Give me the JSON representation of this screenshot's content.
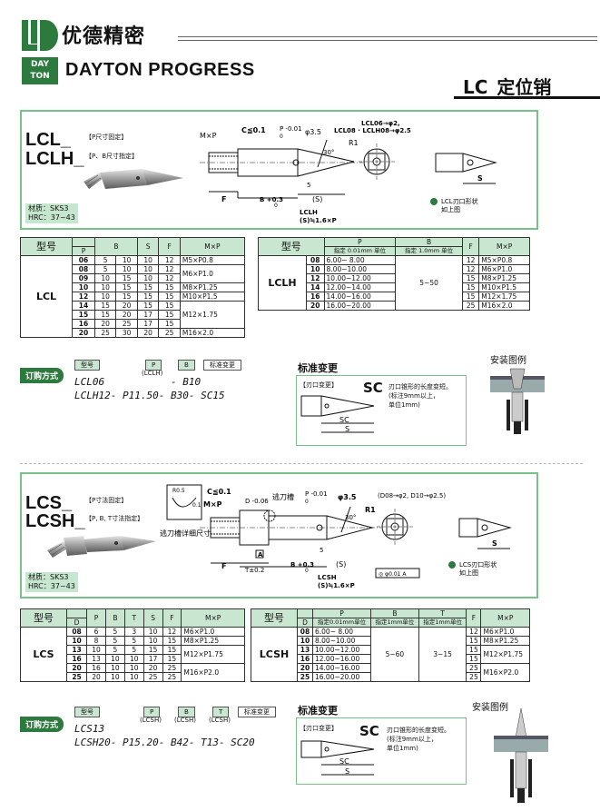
{
  "header": {
    "brand_cn": "优德精密",
    "brand_logo_text": "JD",
    "dayton_box_line1": "DAY",
    "dayton_box_line2": "TON",
    "brand_en": "DAYTON PROGRESS",
    "product_title": "LC_定位销"
  },
  "section1": {
    "code_line1": "LCL_",
    "code_line2": "LCLH_",
    "note1": "【P尺寸固定】",
    "note2": "【P、B尺寸指定】",
    "material_line1": "材质：SKS3",
    "material_line2": "HRC：37~43",
    "dims": {
      "mxp": "M×P",
      "c": "C≦0.1",
      "p_tol": "P -0.01",
      "p_tol_lower": "0",
      "dia": "φ3.5",
      "variants_line1": "LCL06→φ2,",
      "variants_line2": "LCL08 · LCLH08→φ2.5",
      "r1": "R1",
      "angle": "30°",
      "dim5": "5",
      "f": "F",
      "b_tol": "B +0.3",
      "b_tol_lower": "0",
      "s": "(S)",
      "lclh_note1": "LCLH",
      "lclh_note2": "(S)≒1.6×P",
      "s_right": "S",
      "edge_note1": "LCL刃口形状",
      "edge_note2": "如上图"
    },
    "table_lcl": {
      "h_model": "型号",
      "h_p": "P",
      "h_b": "B",
      "h_s": "S",
      "h_f": "F",
      "h_mxp": "M×P",
      "model": "LCL",
      "rows": [
        {
          "p": "06",
          "b1": "5",
          "b2": "10",
          "s": "10",
          "f": "12",
          "mxp": "M5×P0.8"
        },
        {
          "p": "08",
          "b1": "5",
          "b2": "10",
          "s": "10",
          "f": "12",
          "mxp": "M6×P1.0"
        },
        {
          "p": "09",
          "b1": "10",
          "b2": "15",
          "s": "10",
          "f": "12",
          "mxp": ""
        },
        {
          "p": "10",
          "b1": "10",
          "b2": "15",
          "s": "15",
          "f": "15",
          "mxp": "M8×P1.25"
        },
        {
          "p": "12",
          "b1": "10",
          "b2": "15",
          "s": "15",
          "f": "15",
          "mxp": "M10×P1.5"
        },
        {
          "p": "14",
          "b1": "15",
          "b2": "20",
          "s": "15",
          "f": "15",
          "mxp": "M12×1.75"
        },
        {
          "p": "15",
          "b1": "15",
          "b2": "20",
          "s": "17",
          "f": "15",
          "mxp": ""
        },
        {
          "p": "16",
          "b1": "20",
          "b2": "25",
          "s": "17",
          "f": "15",
          "mxp": ""
        },
        {
          "p": "20",
          "b1": "25",
          "b2": "30",
          "s": "20",
          "f": "25",
          "mxp": "M16×2.0"
        }
      ]
    },
    "table_lclh": {
      "h_model": "型号",
      "h_p": "P",
      "h_b": "B",
      "h_f": "F",
      "h_mxp": "M×P",
      "h_p_unit": "指定 0.01mm 单位",
      "h_b_unit": "指定 1.0mm 单位",
      "model": "LCLH",
      "b_range": "5~50",
      "rows": [
        {
          "p": "08",
          "range": "6.00~ 8.00",
          "f": "12",
          "mxp": "M5×P0.8"
        },
        {
          "p": "10",
          "range": "8.00~10.00",
          "f": "12",
          "mxp": "M6×P1.0"
        },
        {
          "p": "12",
          "range": "10.00~12.00",
          "f": "15",
          "mxp": "M8×P1.25"
        },
        {
          "p": "14",
          "range": "12.00~14.00",
          "f": "15",
          "mxp": "M10×P1.5"
        },
        {
          "p": "16",
          "range": "14.00~16.00",
          "f": "15",
          "mxp": "M12×1.75"
        },
        {
          "p": "20",
          "range": "16.00~20.00",
          "f": "25",
          "mxp": "M16×2.0"
        }
      ]
    },
    "order": {
      "tag": "订购方式",
      "box_model": "型号",
      "box_p": "P",
      "box_b": "B",
      "box_std": "标准变更",
      "sub_lclh": "(LCLH)",
      "line1": "LCL06           - B10",
      "line2": "LCLH12- P11.50- B30- SC15"
    },
    "std_change": {
      "title": "标准变更",
      "tag": "【刃口变更】",
      "code": "SC",
      "desc1": "刃口锥形的长度变短。",
      "desc2": "(标注9mm以上，",
      "desc3": "单位1mm)",
      "sc": "SC",
      "s": "S"
    },
    "install_label": "安装图例"
  },
  "section2": {
    "code_line1": "LCS_",
    "code_line2": "LCSH_",
    "note1": "【P寸法固定】",
    "note2": "【P, B, T寸法指定】",
    "material_line1": "材质：SKS3",
    "material_line2": "HRC：37~43",
    "dims": {
      "r05": "R0.5",
      "d01": "0.1",
      "mxp": "M×P",
      "c": "C≦0.1",
      "d_tol": "D -0.06",
      "groove": "逃刀槽",
      "p_tol": "P -0.01",
      "p_tol_lower": "0",
      "dia": "φ3.5",
      "variants": "(D08→φ2, D10→φ2.5)",
      "r1": "R1",
      "angle": "30°",
      "groove_detail": "逃刀槽详细尺寸",
      "a_mark": "A",
      "f": "F",
      "t": "T±0.2",
      "b_tol": "B +0.3",
      "b_tol_lower": "0",
      "dim5": "5",
      "s": "(S)",
      "lcsh_note1": "LCSH",
      "lcsh_note2": "(S)≒1.6×P",
      "concentric": "◎ φ0.01 A",
      "s_right": "S",
      "edge_note1": "LCS刃口形状",
      "edge_note2": "如上图"
    },
    "table_lcs": {
      "h_model": "型号",
      "h_d": "D",
      "h_p": "P",
      "h_b": "B",
      "h_t": "T",
      "h_s": "S",
      "h_f": "F",
      "h_mxp": "M×P",
      "model": "LCS",
      "rows": [
        {
          "d": "08",
          "p": "6",
          "b": "5",
          "t": "3",
          "s": "10",
          "f": "12",
          "mxp": "M6×P1.0"
        },
        {
          "d": "10",
          "p": "8",
          "b": "5",
          "t": "5",
          "s": "10",
          "f": "15",
          "mxp": "M8×P1.25"
        },
        {
          "d": "13",
          "p": "10",
          "b": "5",
          "t": "5",
          "s": "15",
          "f": "15",
          "mxp": "M12×P1.75"
        },
        {
          "d": "16",
          "p": "13",
          "b": "10",
          "t": "10",
          "s": "17",
          "f": "15",
          "mxp": ""
        },
        {
          "d": "20",
          "p": "16",
          "b": "10",
          "t": "10",
          "s": "20",
          "f": "25",
          "mxp": "M16×P2.0"
        },
        {
          "d": "25",
          "p": "20",
          "b": "10",
          "t": "10",
          "s": "25",
          "f": "25",
          "mxp": ""
        }
      ]
    },
    "table_lcsh": {
      "h_model": "型号",
      "h_d": "D",
      "h_p": "P",
      "h_b": "B",
      "h_t": "T",
      "h_f": "F",
      "h_mxp": "M×P",
      "h_p_unit": "指定0.01mm单位",
      "h_b_unit": "指定1mm单位",
      "h_t_unit": "指定1mm单位",
      "model": "LCSH",
      "b_range": "5~60",
      "t_range": "3~15",
      "rows": [
        {
          "d": "08",
          "range": "6.00~ 8.00",
          "f": "12",
          "mxp": "M6×P1.0"
        },
        {
          "d": "10",
          "range": "8.00~10.00",
          "f": "15",
          "mxp": "M8×P1.25"
        },
        {
          "d": "13",
          "range": "10.00~12.00",
          "f": "15",
          "mxp": "M12×P1.75"
        },
        {
          "d": "16",
          "range": "12.00~16.00",
          "f": "15",
          "mxp": ""
        },
        {
          "d": "20",
          "range": "14.00~16.00",
          "f": "25",
          "mxp": "M16×P2.0"
        },
        {
          "d": "25",
          "range": "16.00~20.00",
          "f": "25",
          "mxp": ""
        }
      ]
    },
    "order": {
      "tag": "订购方式",
      "box_model": "型号",
      "box_p": "P",
      "box_b": "B",
      "box_t": "T",
      "box_std": "标准变更",
      "sub1": "(LCSH)",
      "sub2": "(LCSH)",
      "sub3": "(LCSH)",
      "line1": "LCS13",
      "line2": "LCSH20- P15.20- B42- T13- SC20"
    },
    "std_change": {
      "title": "标准变更",
      "tag": "【刃口变更】",
      "code": "SC",
      "desc1": "刃口锥形的长度变短。",
      "desc2": "(标注9mm以上，",
      "desc3": "单位1mm)",
      "sc": "SC",
      "s": "S"
    },
    "install_label": "安装图例"
  }
}
